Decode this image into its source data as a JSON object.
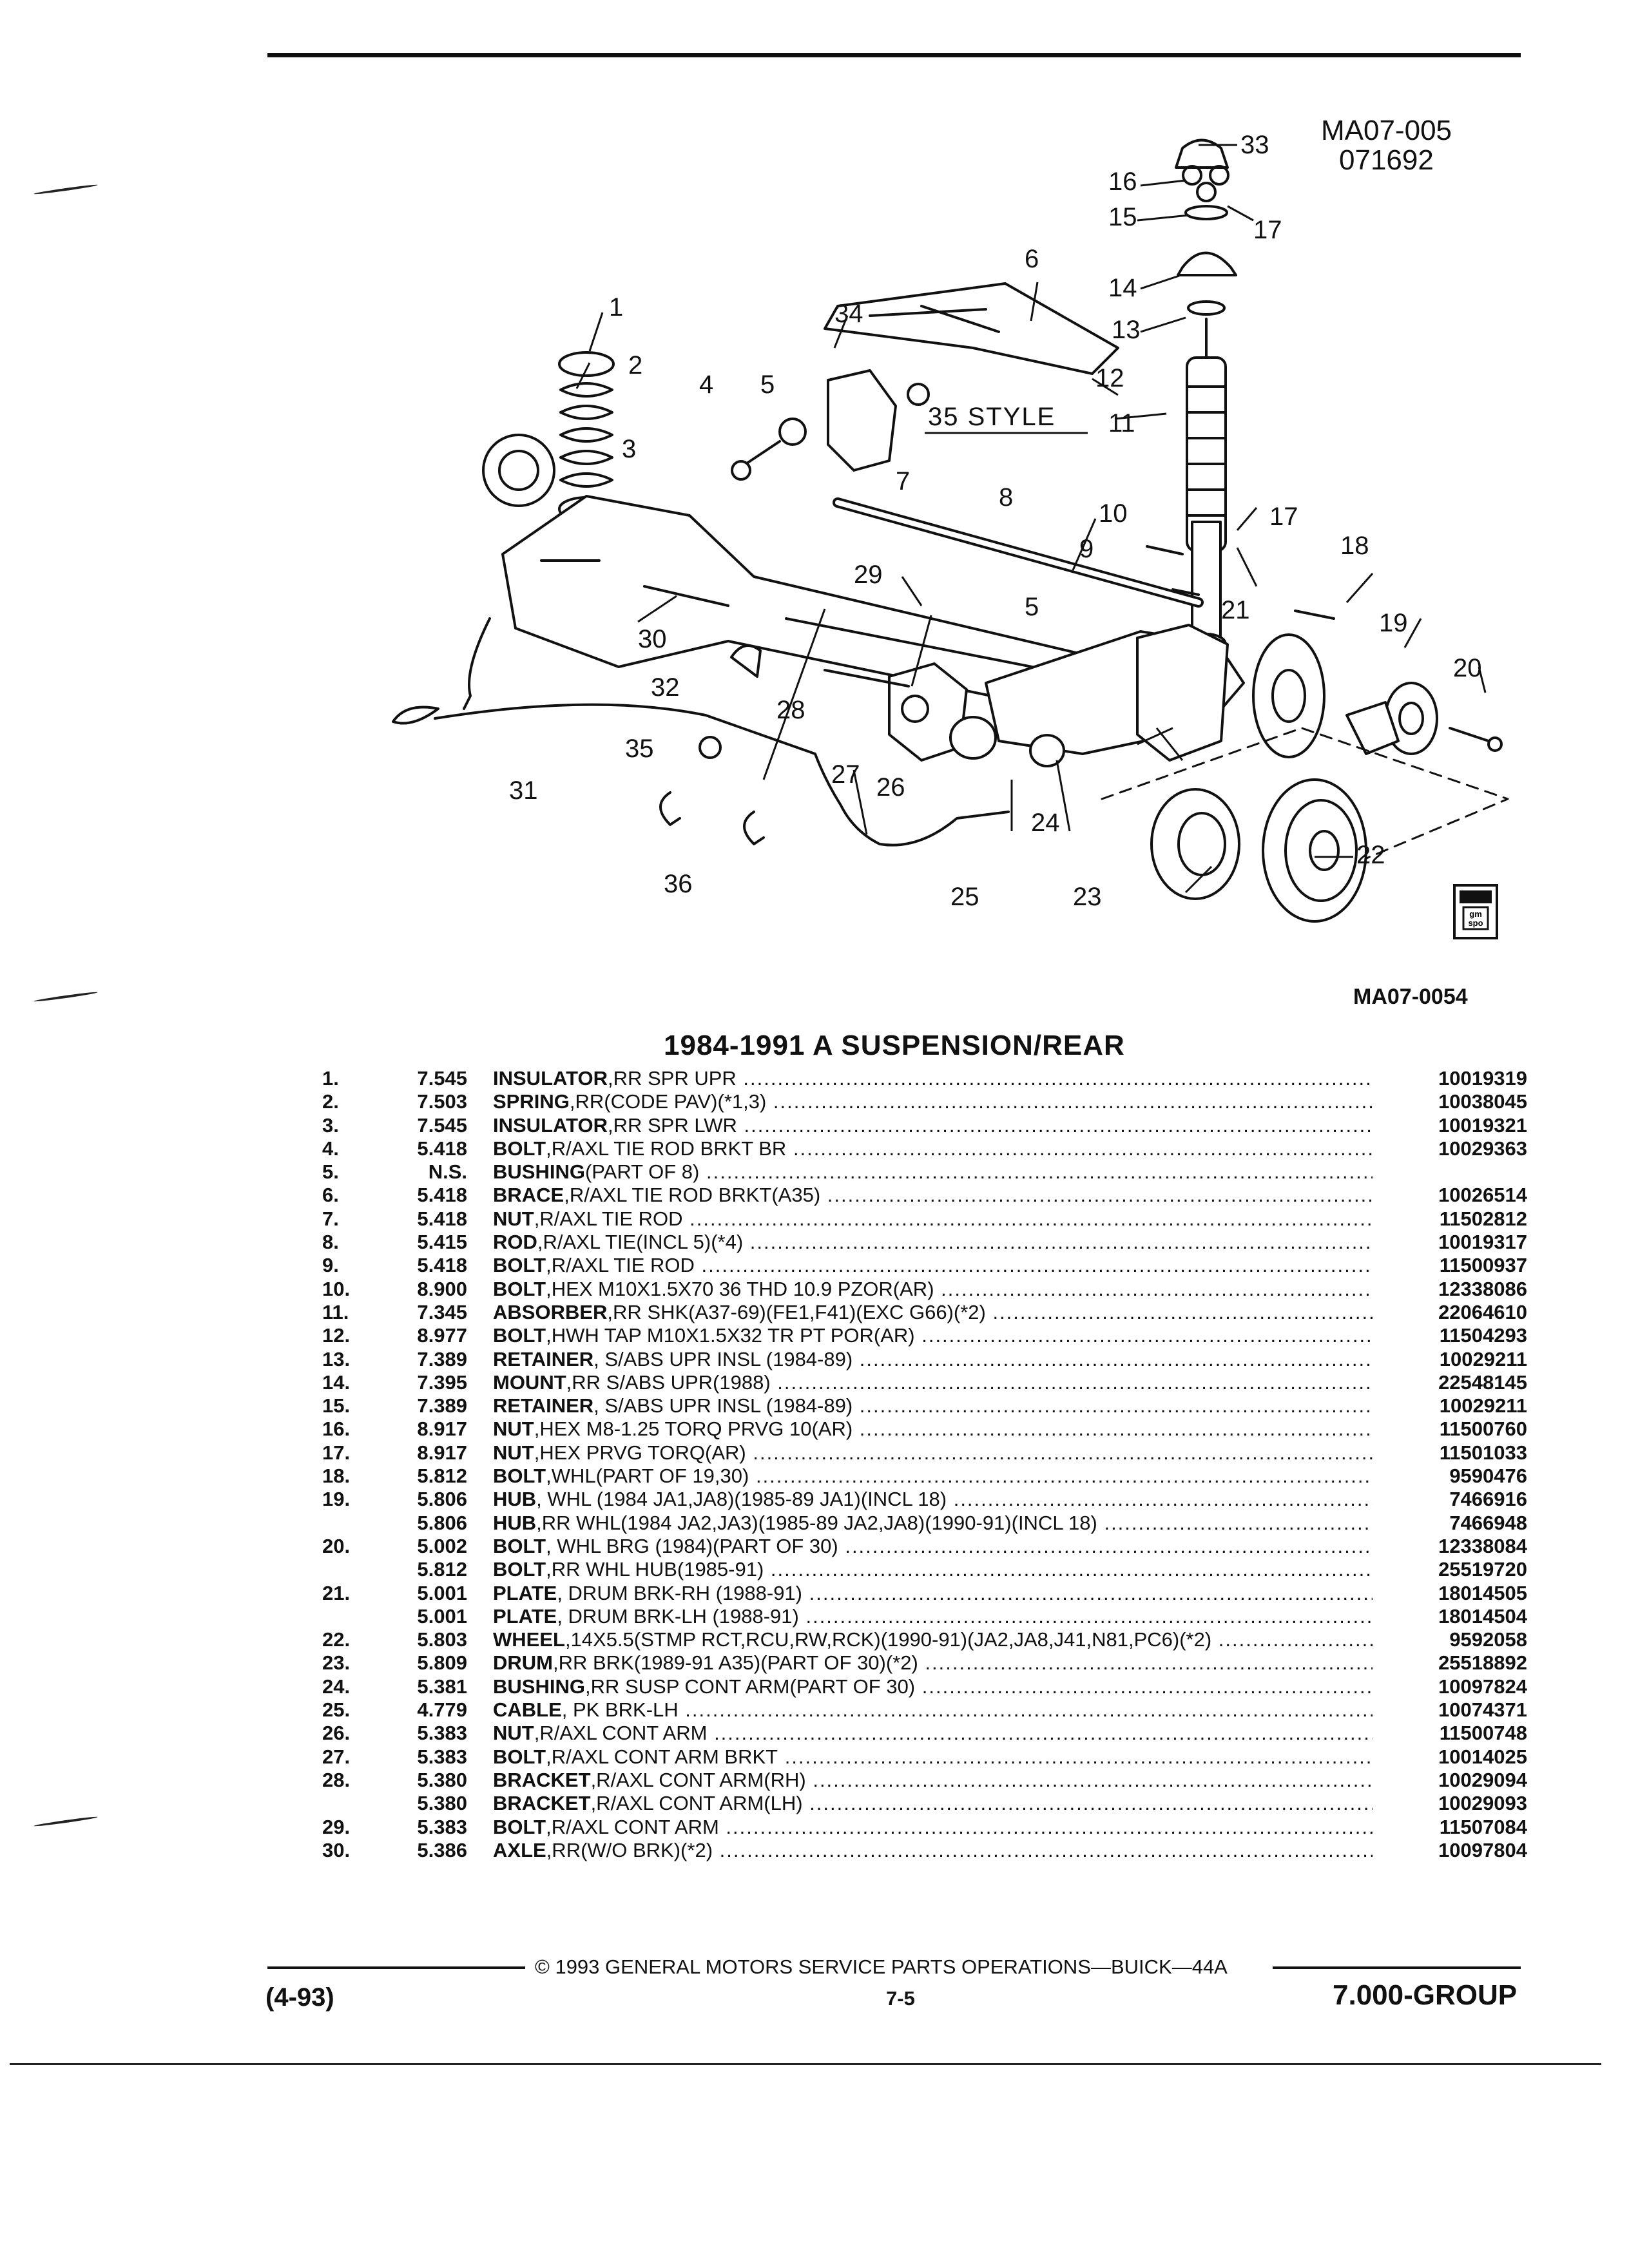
{
  "figure": {
    "code_line1": "MA07-005",
    "code_line2": "071692",
    "number": "MA07-0054",
    "style_label": "35 STYLE",
    "callouts": [
      "1",
      "2",
      "3",
      "4",
      "5",
      "6",
      "7",
      "8",
      "9",
      "10",
      "11",
      "12",
      "13",
      "14",
      "15",
      "16",
      "17",
      "17",
      "18",
      "19",
      "20",
      "21",
      "22",
      "23",
      "24",
      "25",
      "26",
      "27",
      "28",
      "29",
      "30",
      "31",
      "32",
      "33",
      "34",
      "35",
      "36",
      "5"
    ],
    "logo_text": "gm spo"
  },
  "heading": "1984-1991 A SUSPENSION/REAR",
  "parts": [
    {
      "ref": "1.",
      "code": "7.545",
      "name": "INSULATOR",
      "detail": ",RR SPR UPR",
      "pn": "10019319"
    },
    {
      "ref": "2.",
      "code": "7.503",
      "name": "SPRING",
      "detail": ",RR(CODE PAV)(*1,3)",
      "pn": "10038045"
    },
    {
      "ref": "3.",
      "code": "7.545",
      "name": "INSULATOR",
      "detail": ",RR SPR LWR",
      "pn": "10019321"
    },
    {
      "ref": "4.",
      "code": "5.418",
      "name": "BOLT",
      "detail": ",R/AXL TIE ROD BRKT BR",
      "pn": "10029363"
    },
    {
      "ref": "5.",
      "code": "N.S.",
      "name": "BUSHING",
      "detail": "(PART OF 8)",
      "pn": ""
    },
    {
      "ref": "6.",
      "code": "5.418",
      "name": "BRACE",
      "detail": ",R/AXL TIE ROD BRKT(A35)",
      "pn": "10026514"
    },
    {
      "ref": "7.",
      "code": "5.418",
      "name": "NUT",
      "detail": ",R/AXL TIE ROD",
      "pn": "11502812"
    },
    {
      "ref": "8.",
      "code": "5.415",
      "name": "ROD",
      "detail": ",R/AXL TIE(INCL 5)(*4)",
      "pn": "10019317"
    },
    {
      "ref": "9.",
      "code": "5.418",
      "name": "BOLT",
      "detail": ",R/AXL TIE ROD",
      "pn": "11500937"
    },
    {
      "ref": "10.",
      "code": "8.900",
      "name": "BOLT",
      "detail": ",HEX M10X1.5X70 36 THD 10.9 PZOR(AR)",
      "pn": "12338086"
    },
    {
      "ref": "11.",
      "code": "7.345",
      "name": "ABSORBER",
      "detail": ",RR SHK(A37-69)(FE1,F41)(EXC G66)(*2)",
      "pn": "22064610"
    },
    {
      "ref": "12.",
      "code": "8.977",
      "name": "BOLT",
      "detail": ",HWH TAP M10X1.5X32 TR PT POR(AR)",
      "pn": "11504293"
    },
    {
      "ref": "13.",
      "code": "7.389",
      "name": "RETAINER",
      "detail": ", S/ABS UPR INSL (1984-89)",
      "pn": "10029211"
    },
    {
      "ref": "14.",
      "code": "7.395",
      "name": "MOUNT",
      "detail": ",RR S/ABS UPR(1988)",
      "pn": "22548145"
    },
    {
      "ref": "15.",
      "code": "7.389",
      "name": "RETAINER",
      "detail": ", S/ABS UPR INSL (1984-89)",
      "pn": "10029211"
    },
    {
      "ref": "16.",
      "code": "8.917",
      "name": "NUT",
      "detail": ",HEX M8-1.25 TORQ PRVG 10(AR)",
      "pn": "11500760"
    },
    {
      "ref": "17.",
      "code": "8.917",
      "name": "NUT",
      "detail": ",HEX PRVG TORQ(AR)",
      "pn": "11501033"
    },
    {
      "ref": "18.",
      "code": "5.812",
      "name": "BOLT",
      "detail": ",WHL(PART OF 19,30)",
      "pn": "9590476"
    },
    {
      "ref": "19.",
      "code": "5.806",
      "name": "HUB",
      "detail": ", WHL (1984 JA1,JA8)(1985-89 JA1)(INCL 18)",
      "pn": "7466916"
    },
    {
      "ref": "",
      "code": "5.806",
      "name": "HUB",
      "detail": ",RR WHL(1984 JA2,JA3)(1985-89 JA2,JA8)(1990-91)(INCL 18)",
      "pn": "7466948"
    },
    {
      "ref": "20.",
      "code": "5.002",
      "name": "BOLT",
      "detail": ", WHL BRG (1984)(PART OF 30)",
      "pn": "12338084"
    },
    {
      "ref": "",
      "code": "5.812",
      "name": "BOLT",
      "detail": ",RR WHL HUB(1985-91)",
      "pn": "25519720"
    },
    {
      "ref": "21.",
      "code": "5.001",
      "name": "PLATE",
      "detail": ", DRUM BRK-RH (1988-91)",
      "pn": "18014505"
    },
    {
      "ref": "",
      "code": "5.001",
      "name": "PLATE",
      "detail": ", DRUM BRK-LH (1988-91)",
      "pn": "18014504"
    },
    {
      "ref": "22.",
      "code": "5.803",
      "name": "WHEEL",
      "detail": ",14X5.5(STMP RCT,RCU,RW,RCK)(1990-91)(JA2,JA8,J41,N81,PC6)(*2)",
      "pn": "9592058"
    },
    {
      "ref": "23.",
      "code": "5.809",
      "name": "DRUM",
      "detail": ",RR BRK(1989-91 A35)(PART OF 30)(*2)",
      "pn": "25518892"
    },
    {
      "ref": "24.",
      "code": "5.381",
      "name": "BUSHING",
      "detail": ",RR SUSP CONT ARM(PART OF 30)",
      "pn": "10097824"
    },
    {
      "ref": "25.",
      "code": "4.779",
      "name": "CABLE",
      "detail": ", PK BRK-LH",
      "pn": "10074371"
    },
    {
      "ref": "26.",
      "code": "5.383",
      "name": "NUT",
      "detail": ",R/AXL CONT ARM",
      "pn": "11500748"
    },
    {
      "ref": "27.",
      "code": "5.383",
      "name": "BOLT",
      "detail": ",R/AXL CONT ARM BRKT",
      "pn": "10014025"
    },
    {
      "ref": "28.",
      "code": "5.380",
      "name": "BRACKET",
      "detail": ",R/AXL CONT ARM(RH)",
      "pn": "10029094"
    },
    {
      "ref": "",
      "code": "5.380",
      "name": "BRACKET",
      "detail": ",R/AXL CONT ARM(LH)",
      "pn": "10029093"
    },
    {
      "ref": "29.",
      "code": "5.383",
      "name": "BOLT",
      "detail": ",R/AXL CONT ARM",
      "pn": "11507084"
    },
    {
      "ref": "30.",
      "code": "5.386",
      "name": "AXLE",
      "detail": ",RR(W/O BRK)(*2)",
      "pn": "10097804"
    }
  ],
  "footer": {
    "copyright": "© 1993 GENERAL MOTORS SERVICE PARTS OPERATIONS—BUICK—44A",
    "date": "(4-93)",
    "page": "7-5",
    "group": "7.000-GROUP"
  }
}
